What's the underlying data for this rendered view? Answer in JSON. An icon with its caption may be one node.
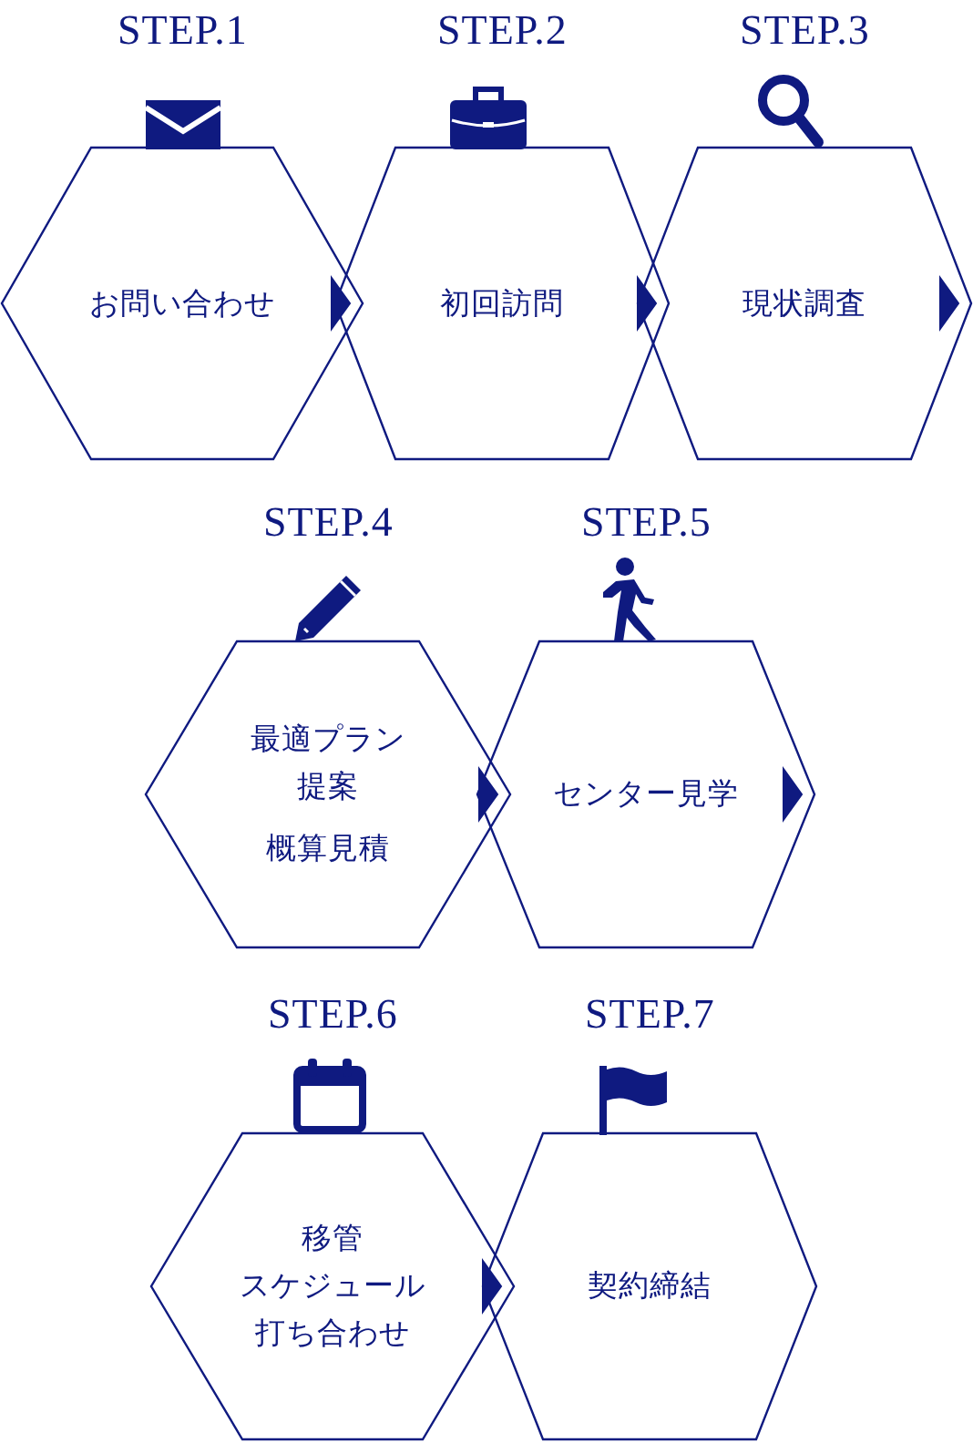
{
  "diagram": {
    "nodes": [
      {
        "text": [
          "お問い合わせ"
        ]
      },
      {
        "text": [
          "初回訪問"
        ]
      },
      {
        "text": [
          "現状調査"
        ]
      },
      {
        "text": [
          "最適プラン提案",
          "概算見積"
        ]
      },
      {
        "text": [
          "センター見学"
        ]
      },
      {
        "text": [
          "移管",
          "スケジュール",
          "打ち合わせ"
        ]
      },
      {
        "text": [
          "契約締結"
        ]
      }
    ],
    "edges": [
      {
        "from": 0,
        "to": 1,
        "arrow": "to"
      },
      {
        "from": 1,
        "to": 2,
        "arrow": "to"
      },
      {
        "from": 2,
        "to": null,
        "arrow": "to"
      },
      {
        "from": 3,
        "to": 4,
        "arrow": "to"
      },
      {
        "from": 4,
        "to": null,
        "arrow": "to"
      },
      {
        "from": 5,
        "to": 6,
        "arrow": "to"
      }
    ],
    "labels": [
      "STEP.1",
      "STEP.2",
      "STEP.3",
      "STEP.4",
      "STEP.5",
      "STEP.6",
      "STEP.7"
    ]
  }
}
